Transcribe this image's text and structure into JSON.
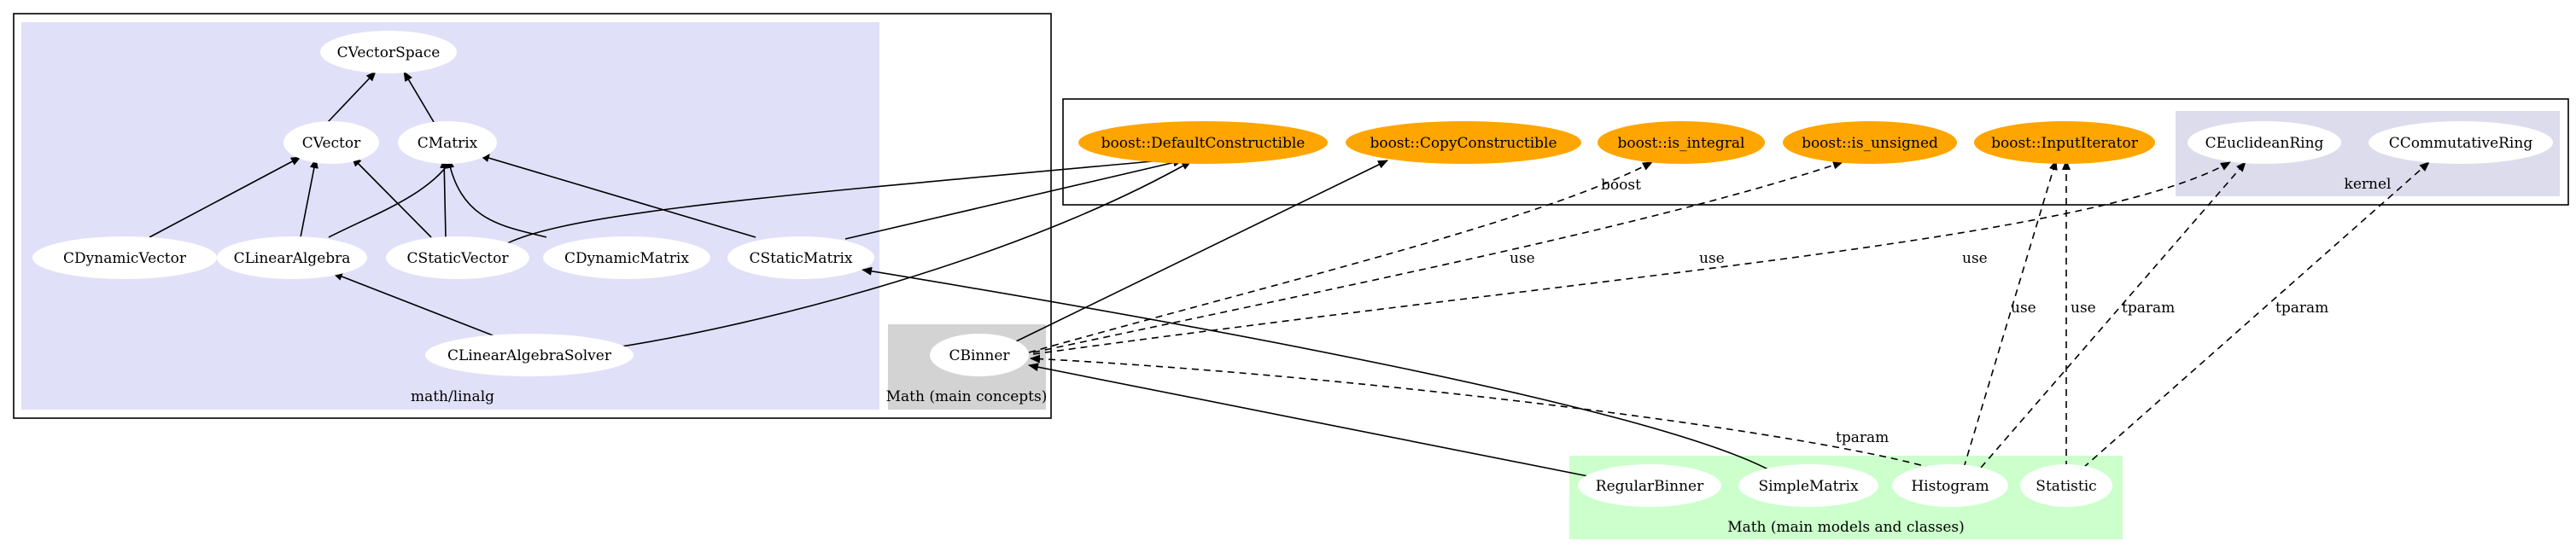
{
  "colors": {
    "linalg_bg": "#e0e0f8",
    "concepts_bg": "#d3d3d3",
    "kernel_bg": "#dcdcec",
    "models_bg": "#ccffcc",
    "boost_node": "#ffa500",
    "default_node": "#ffffff"
  },
  "clusters": {
    "linalg": "math/linalg",
    "concepts": "Math (main concepts)",
    "kernel": "kernel",
    "models": "Math (main models and classes)"
  },
  "nodes": {
    "CVectorSpace": "CVectorSpace",
    "CVector": "CVector",
    "CMatrix": "CMatrix",
    "CDynamicVector": "CDynamicVector",
    "CLinearAlgebra": "CLinearAlgebra",
    "CStaticVector": "CStaticVector",
    "CDynamicMatrix": "CDynamicMatrix",
    "CStaticMatrix": "CStaticMatrix",
    "CLinearAlgebraSolver": "CLinearAlgebraSolver",
    "CBinner": "CBinner",
    "DefaultConstructible": "boost::DefaultConstructible",
    "CopyConstructible": "boost::CopyConstructible",
    "is_integral": "boost::is_integral",
    "is_unsigned": "boost::is_unsigned",
    "InputIterator": "boost::InputIterator",
    "CEuclideanRing": "CEuclideanRing",
    "CCommutativeRing": "CCommutativeRing",
    "RegularBinner": "RegularBinner",
    "SimpleMatrix": "SimpleMatrix",
    "Histogram": "Histogram",
    "Statistic": "Statistic"
  },
  "edge_labels": {
    "boost": "boost",
    "use": "use",
    "tparam": "tparam"
  }
}
